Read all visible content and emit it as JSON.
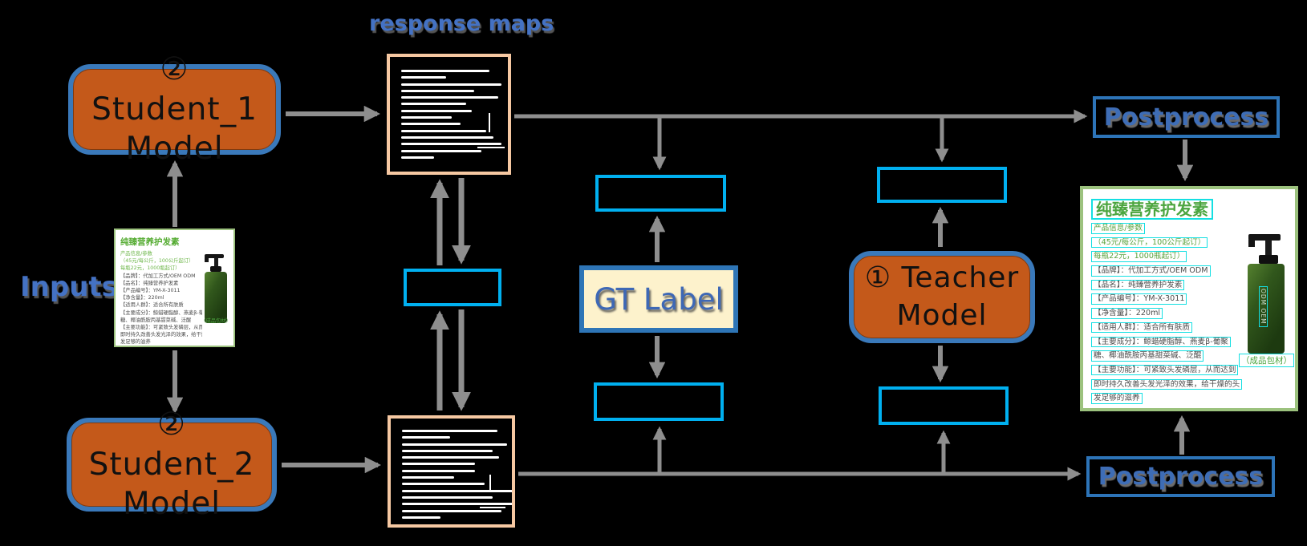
{
  "diagram": {
    "labels": {
      "inputs": "Inputs",
      "response_maps": "response maps"
    },
    "nodes": {
      "student1": {
        "line1": "② Student_1",
        "line2": "Model"
      },
      "student2": {
        "line1": "② Student_2",
        "line2": "Model"
      },
      "teacher": {
        "line1": "① Teacher",
        "line2": "Model"
      },
      "gt_label": "GT Label",
      "postprocess_top": "Postprocess",
      "postprocess_bottom": "Postprocess"
    },
    "colors": {
      "node_fill_orange": "#c4591a",
      "node_border_blue": "#3a79ba",
      "loss_box_border": "#00b0f0",
      "gt_fill": "#fdf2cc",
      "gt_border": "#2e75b6",
      "label_blue": "#4472c4",
      "arrow_gray": "#8e8e8e",
      "response_map_border": "#f6c8a2",
      "card_border_green": "#9cc27e",
      "ocr_box_cyan": "#14dfe2",
      "product_green": "#4ba53f"
    }
  },
  "product_card": {
    "title": "纯臻营养护发素",
    "lines": [
      {
        "text": "产品信息/参数",
        "style": "green"
      },
      {
        "text": "（45元/每公斤，100公斤起订）",
        "style": "green"
      },
      {
        "text": "每瓶22元，1000瓶起订）",
        "style": "green"
      },
      {
        "text": "【品牌】：代加工方式/OEM ODM",
        "style": "dark"
      },
      {
        "text": "【品名】：纯臻营养护发素",
        "style": "dark"
      },
      {
        "text": "【产品编号】：YM-X-3011",
        "style": "dark"
      },
      {
        "text": "【净含量】：220ml",
        "style": "dark"
      },
      {
        "text": "【适用人群】：适合所有肤质",
        "style": "dark"
      },
      {
        "text": "【主要成分】：鲸蜡硬脂醇、燕麦β-葡聚",
        "style": "dark"
      },
      {
        "text": "糖、椰油酰胺丙基甜菜碱、泛醌",
        "style": "dark"
      },
      {
        "text": "【主要功能】：可紧致头发磷层，从而达到",
        "style": "dark"
      },
      {
        "text": "即时持久改善头发光泽的效果，给干燥的头",
        "style": "dark"
      },
      {
        "text": "发足够的滋养",
        "style": "dark"
      }
    ],
    "package_note": "（成品包材）",
    "bottle_label": "ODM OEM"
  },
  "response_maps": {
    "top_lines": [
      {
        "w": 75
      },
      {
        "w": 38
      },
      {
        "w": 85
      },
      {
        "w": 62
      },
      {
        "w": 82
      },
      {
        "w": 55
      },
      {
        "w": 60
      },
      {
        "w": 43
      },
      {
        "w": 50
      },
      {
        "w": 72
      },
      {
        "w": 78
      },
      {
        "w": 85
      },
      {
        "w": 68
      },
      {
        "w": 28
      }
    ],
    "bottom_lines": [
      {
        "w": 79
      },
      {
        "w": 40
      },
      {
        "w": 87
      },
      {
        "w": 75
      },
      {
        "w": 80
      },
      {
        "w": 60
      },
      {
        "w": 60
      },
      {
        "w": 43
      },
      {
        "w": 68
      },
      {
        "w": 95
      },
      {
        "w": 75
      },
      {
        "w": 97
      },
      {
        "w": 82
      },
      {
        "w": 32
      }
    ]
  }
}
